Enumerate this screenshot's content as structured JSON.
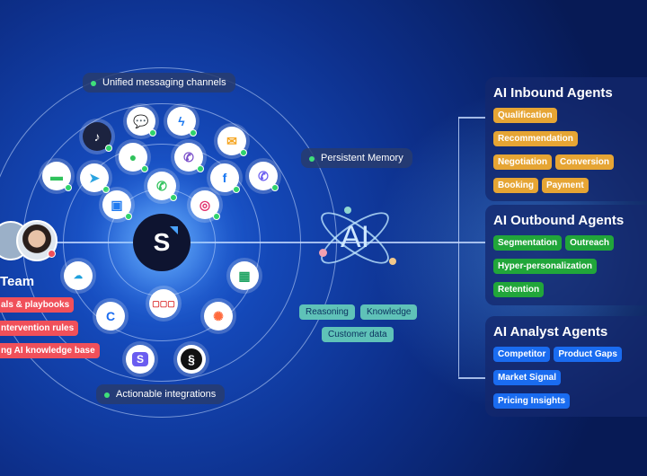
{
  "hub": {
    "logo_letter": "S"
  },
  "labels": {
    "messaging": "Unified messaging channels",
    "integrations": "Actionable integrations",
    "memory": "Persistent Memory",
    "ai_logo": "AI"
  },
  "memory_chips": [
    "Reasoning",
    "Knowledge",
    "Customer data"
  ],
  "team": {
    "title": "Team",
    "items": [
      "als & playbooks",
      "ntervention rules",
      "ng AI knowledge base"
    ]
  },
  "channel_icons": [
    "messages",
    "messenger",
    "tiktok",
    "wechat",
    "viber",
    "email",
    "line",
    "telegram",
    "whatsapp",
    "facebook",
    "phone",
    "chat",
    "instagram"
  ],
  "integration_icons": [
    "salesforce",
    "google-sheets",
    "zoho",
    "calendly",
    "hubspot",
    "stripe",
    "squarespace"
  ],
  "agents": [
    {
      "title": "AI Inbound Agents",
      "color": "#e6a534",
      "chips": [
        "Qualification",
        "Recommendation",
        "Negotiation",
        "Conversion",
        "Booking",
        "Payment"
      ]
    },
    {
      "title": "AI Outbound Agents",
      "color": "#21a63a",
      "chips": [
        "Segmentation",
        "Outreach",
        "Hyper-personalization",
        "Retention"
      ]
    },
    {
      "title": "AI Analyst Agents",
      "color": "#1a6cf0",
      "chips": [
        "Competitor",
        "Product Gaps",
        "Market Signal",
        "Pricing Insights"
      ]
    }
  ]
}
